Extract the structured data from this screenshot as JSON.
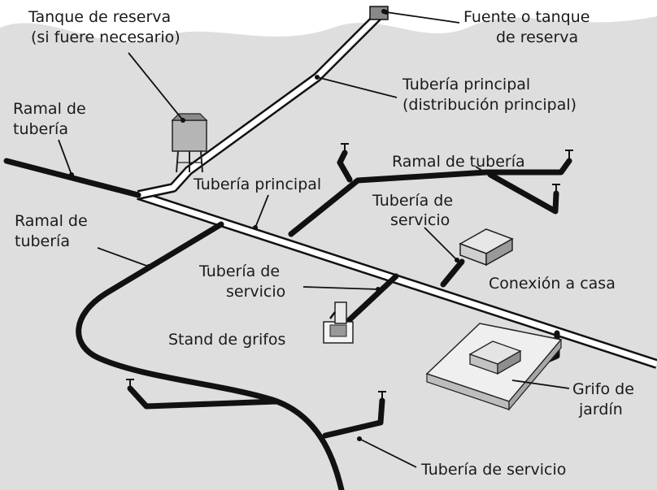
{
  "labels": {
    "reserve_tank": "Tanque de reserva",
    "reserve_tank_note": "(si fuere necesario)",
    "source_line1": "Fuente o tanque",
    "source_line2": "de reserva",
    "main_pipe_top_line1": "Tubería principal",
    "main_pipe_top_line2": "(distribución principal)",
    "branch_left_line1": "Ramal de",
    "branch_left_line2": "tubería",
    "branch_right": "Ramal de tubería",
    "main_pipe": "Tubería principal",
    "service_right_line1": "Tubería de",
    "service_right_line2": "servicio",
    "branch_mid_line1": "Ramal de",
    "branch_mid_line2": "tubería",
    "service_mid_line1": "Tubería de",
    "service_mid_line2": "servicio",
    "house_connection": "Conexión a casa",
    "standpipe": "Stand de grifos",
    "garden_tap_line1": "Grifo de",
    "garden_tap_line2": "jardín",
    "service_bottom": "Tubería de servicio"
  },
  "colors": {
    "ground": "#dedede",
    "sky": "#ffffff",
    "pipe": "#111111",
    "main_pipe_fill": "#ffffff"
  }
}
